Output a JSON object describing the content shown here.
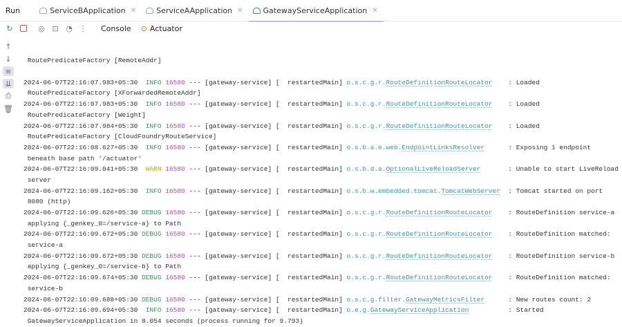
{
  "run_label": "Run",
  "tabs": [
    {
      "label": "ServiceBApplication",
      "active": false
    },
    {
      "label": "ServiceAApplication",
      "active": false
    },
    {
      "label": "GatewayServiceApplication",
      "active": true
    }
  ],
  "toolbar": {
    "console": "Console",
    "actuator": "Actuator"
  },
  "colors": {
    "info": "#3d9a62",
    "warn": "#c9a400",
    "pid": "#b84bb8",
    "logger": "#3e9a9a"
  },
  "log": {
    "head": " RoutePredicateFactory [RemoteAddr]",
    "app": "gateway-service",
    "entries": [
      {
        "ts": "2024-06-07T22:16:07.983+05:30",
        "level": "INFO",
        "pid": "16580",
        "thread": "restartedMain",
        "pkg": "o.s.c.g.r.",
        "cls": "RouteDefinitionRouteLocator",
        "msg": "Loaded",
        "cont": " RoutePredicateFactory [XForwardedRemoteAddr]"
      },
      {
        "ts": "2024-06-07T22:16:07.983+05:30",
        "level": "INFO",
        "pid": "16580",
        "thread": "restartedMain",
        "pkg": "o.s.c.g.r.",
        "cls": "RouteDefinitionRouteLocator",
        "msg": "Loaded",
        "cont": " RoutePredicateFactory [Weight]"
      },
      {
        "ts": "2024-06-07T22:16:07.984+05:30",
        "level": "INFO",
        "pid": "16580",
        "thread": "restartedMain",
        "pkg": "o.s.c.g.r.",
        "cls": "RouteDefinitionRouteLocator",
        "msg": "Loaded",
        "cont": " RoutePredicateFactory [CloudFoundryRouteService]"
      },
      {
        "ts": "2024-06-07T22:16:08.627+05:30",
        "level": "INFO",
        "pid": "16580",
        "thread": "restartedMain",
        "pkg": "o.s.b.a.e.web.",
        "cls": "EndpointLinksResolver",
        "msg": "Exposing 1 endpoint",
        "cont": " beneath base path '/actuator'"
      },
      {
        "ts": "2024-06-07T22:16:09.041+05:30",
        "level": "WARN",
        "pid": "16580",
        "thread": "restartedMain",
        "pkg": "o.s.b.d.a.",
        "cls": "OptionalLiveReloadServer",
        "msg": "Unable to start LiveReload",
        "cont": " server"
      },
      {
        "ts": "2024-06-07T22:16:09.162+05:30",
        "level": "INFO",
        "pid": "16580",
        "thread": "restartedMain",
        "pkg": "o.s.b.w.embedded.tomcat.",
        "cls": "TomcatWebServer",
        "msg": "Tomcat started on port",
        "cont": " 8080 (http)"
      },
      {
        "ts": "2024-06-07T22:16:09.626+05:30",
        "level": "DEBUG",
        "pid": "16580",
        "thread": "restartedMain",
        "pkg": "o.s.c.g.r.",
        "cls": "RouteDefinitionRouteLocator",
        "msg": "RouteDefinition service-a",
        "cont": " applying {_genkey_0=/service-a} to Path"
      },
      {
        "ts": "2024-06-07T22:16:09.672+05:30",
        "level": "DEBUG",
        "pid": "16580",
        "thread": "restartedMain",
        "pkg": "o.s.c.g.r.",
        "cls": "RouteDefinitionRouteLocator",
        "msg": "RouteDefinition matched:",
        "cont": " service-a"
      },
      {
        "ts": "2024-06-07T22:16:09.672+05:30",
        "level": "DEBUG",
        "pid": "16580",
        "thread": "restartedMain",
        "pkg": "o.s.c.g.r.",
        "cls": "RouteDefinitionRouteLocator",
        "msg": "RouteDefinition service-b",
        "cont": " applying {_genkey_0=/service-b} to Path"
      },
      {
        "ts": "2024-06-07T22:16:09.674+05:30",
        "level": "DEBUG",
        "pid": "16580",
        "thread": "restartedMain",
        "pkg": "o.s.c.g.r.",
        "cls": "RouteDefinitionRouteLocator",
        "msg": "RouteDefinition matched:",
        "cont": " service-b"
      },
      {
        "ts": "2024-06-07T22:16:09.688+05:30",
        "level": "DEBUG",
        "pid": "16580",
        "thread": "restartedMain",
        "pkg": "o.s.c.g.filter.",
        "cls": "GatewayMetricsFilter",
        "msg": "New routes count: 2",
        "cont": null
      },
      {
        "ts": "2024-06-07T22:16:09.694+05:30",
        "level": "INFO",
        "pid": "16580",
        "thread": "restartedMain",
        "pkg": "o.e.g.",
        "cls": "GatewayServiceApplication",
        "msg": "Started",
        "cont": " GatewayServiceApplication in 8.054 seconds (process running for 9.793)"
      }
    ]
  }
}
